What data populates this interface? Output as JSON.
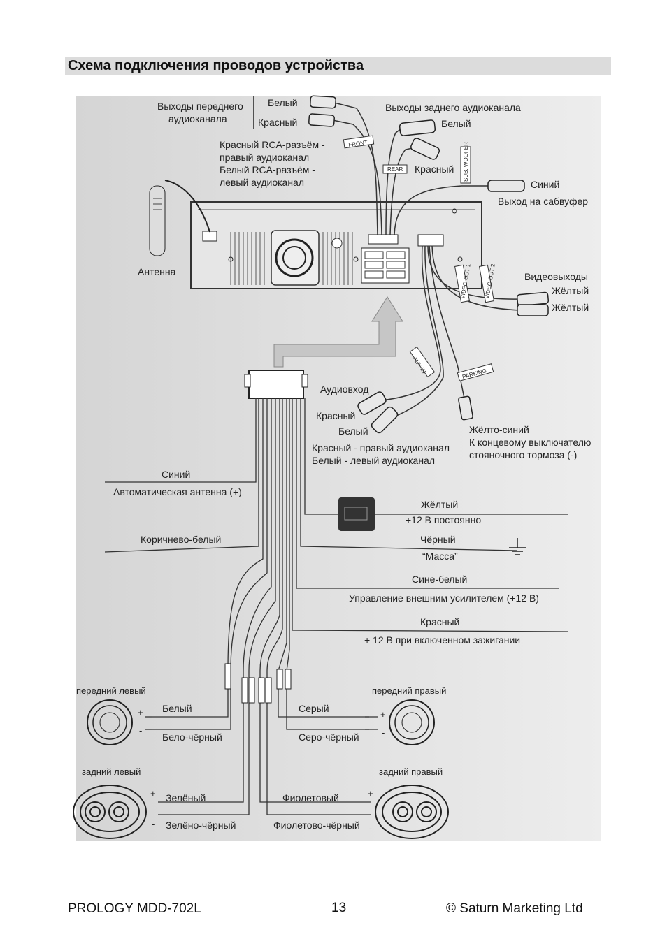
{
  "header": {
    "title": "Схема подключения проводов устройства"
  },
  "footer": {
    "left": "PROLOGY MDD-702L",
    "page": "13",
    "right": "© Saturn Marketing Ltd"
  },
  "labels": {
    "front_out": "Выходы переднего",
    "front_out2": "аудиоканала",
    "white1": "Белый",
    "red1": "Красный",
    "rear_out": "Выходы заднего аудиоканала",
    "white2": "Белый",
    "red2": "Красный",
    "rca1": "Красный RCA-разъём -",
    "rca2": "правый аудиоканал",
    "rca3": "Белый RCA-разъём -",
    "rca4": "левый аудиоканал",
    "tag_front": "FRONT",
    "tag_rear": "REAR",
    "tag_sub": "SUB. WOOFER",
    "blue_sub": "Синий",
    "sub_out": "Выход на сабвуфер",
    "antenna": "Антенна",
    "video_out": "Видеовыходы",
    "yellow1": "Жёлтый",
    "yellow2": "Жёлтый",
    "tag_video1": "VIDEO OUT 1",
    "tag_video2": "VIDEO OUT 2",
    "tag_aux": "AUX IN",
    "tag_parking": "PARKING",
    "audio_in": "Аудиовход",
    "red3": "Красный",
    "white3": "Белый",
    "aux1": "Красный - правый аудиоканал",
    "aux2": "Белый  - левый аудиоканал",
    "park1": "Жёлто-синий",
    "park2": "К концевому выключателю",
    "park3": "стояночного тормоза (-)",
    "blue": "Синий",
    "auto_ant": "Автоматическая антенна (+)",
    "brown_white": "Коричнево-белый",
    "yellow": "Жёлтый",
    "plus12const": "+12 В постоянно",
    "black": "Чёрный",
    "ground": "“Масса”",
    "blue_white": "Сине-белый",
    "amp_ctrl": "Управление внешним усилителем (+12 В)",
    "red": "Красный",
    "ign": "+ 12 В при включенном зажигании",
    "front_left": "передний левый",
    "front_right": "передний правый",
    "rear_left": "задний левый",
    "rear_right": "задний правый",
    "w_white": "Белый",
    "w_white_black": "Бело-чёрный",
    "w_grey": "Серый",
    "w_grey_black": "Серо-чёрный",
    "w_green": "Зелёный",
    "w_green_black": "Зелёно-чёрный",
    "w_violet": "Фиолетовый",
    "w_violet_black": "Фиолетово-чёрный",
    "plus": "+",
    "minus": "-"
  }
}
